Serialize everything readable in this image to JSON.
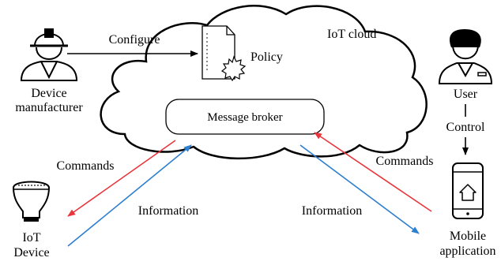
{
  "cloud": {
    "title": "IoT cloud"
  },
  "policy": {
    "label": "Policy"
  },
  "broker": {
    "label": "Message broker"
  },
  "manufacturer": {
    "line1": "Device",
    "line2": "manufacturer"
  },
  "user": {
    "label": "User"
  },
  "iot_device": {
    "line1": "IoT",
    "line2": "Device"
  },
  "mobile": {
    "line1": "Mobile",
    "line2": "application"
  },
  "edges": {
    "configure": "Configure",
    "control": "Control",
    "commands_left": "Commands",
    "information_left": "Information",
    "commands_right": "Commands",
    "information_right": "Information"
  },
  "colors": {
    "commands": "#e8363c",
    "information": "#2f7fcf",
    "line": "#000000"
  },
  "icons": {
    "manufacturer": "worker-hardhat-icon",
    "user": "person-icon",
    "policy": "document-gear-icon",
    "iot_device": "smart-bulb-icon",
    "mobile": "smartphone-home-icon"
  }
}
